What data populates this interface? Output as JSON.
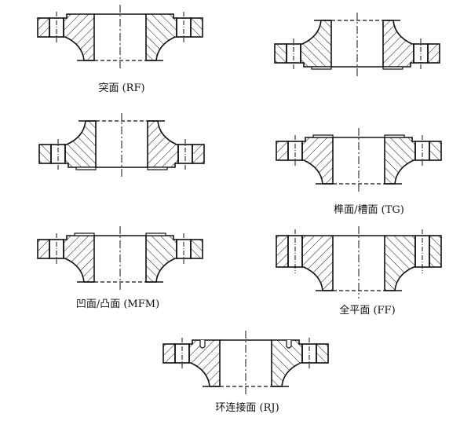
{
  "captions": {
    "rf": "突面 (RF)",
    "tg": "榫面/槽面 (TG)",
    "mfm": "凹面/凸面 (MFM)",
    "ff": "全平面 (FF)",
    "rj": "环连接面 (RJ)"
  },
  "colors": {
    "line": "#111111",
    "background": "#ffffff"
  }
}
